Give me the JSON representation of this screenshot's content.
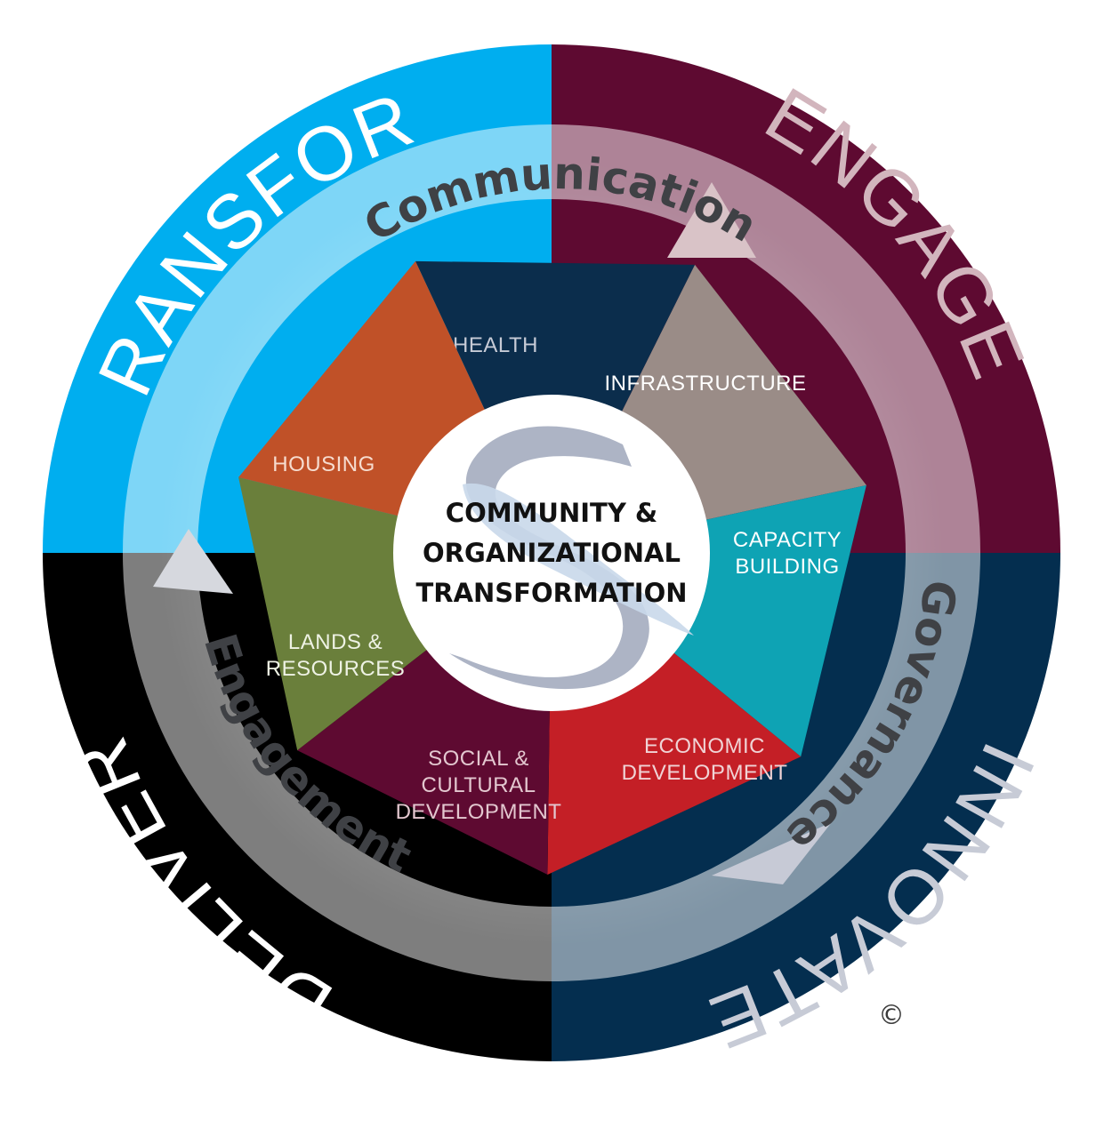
{
  "quadrants": [
    {
      "id": "transform",
      "label": "TRANSFORM",
      "color": "#00aeef",
      "text_color": "#ffffff"
    },
    {
      "id": "engage",
      "label": "ENGAGE",
      "color": "#5e0a31",
      "text_color": "#d2b5bd"
    },
    {
      "id": "innovate",
      "label": "INNOVATE",
      "color": "#042e4f",
      "text_color": "#c7cbd6"
    },
    {
      "id": "deliver",
      "label": "DELIVER",
      "color": "#000000",
      "text_color": "#ffffff"
    }
  ],
  "ring_labels": {
    "top": "Communication",
    "right": "Governance",
    "left": "Engagement"
  },
  "sectors": [
    {
      "id": "health",
      "lines": [
        "HEALTH"
      ],
      "color": "#0b2d4c",
      "text_color": "#c7cbd6"
    },
    {
      "id": "infrastructure",
      "lines": [
        "INFRASTRUCTURE"
      ],
      "color": "#9a8c87",
      "text_color": "#ffffff"
    },
    {
      "id": "capacity",
      "lines": [
        "CAPACITY",
        "BUILDING"
      ],
      "color": "#0ea3b4",
      "text_color": "#ffffff"
    },
    {
      "id": "economic",
      "lines": [
        "ECONOMIC",
        "DEVELOPMENT"
      ],
      "color": "#c41f26",
      "text_color": "#f0d3d5"
    },
    {
      "id": "social",
      "lines": [
        "SOCIAL &",
        "CULTURAL",
        "DEVELOPMENT"
      ],
      "color": "#5e0a31",
      "text_color": "#e3c7cf"
    },
    {
      "id": "lands",
      "lines": [
        "LANDS &",
        "RESOURCES"
      ],
      "color": "#6a7f3b",
      "text_color": "#eef2e4"
    },
    {
      "id": "housing",
      "lines": [
        "HOUSING"
      ],
      "color": "#c05128",
      "text_color": "#f6dccf"
    }
  ],
  "center": {
    "lines": [
      "COMMUNITY &",
      "ORGANIZATIONAL",
      "TRANSFORMATION"
    ]
  },
  "copyright": "©"
}
